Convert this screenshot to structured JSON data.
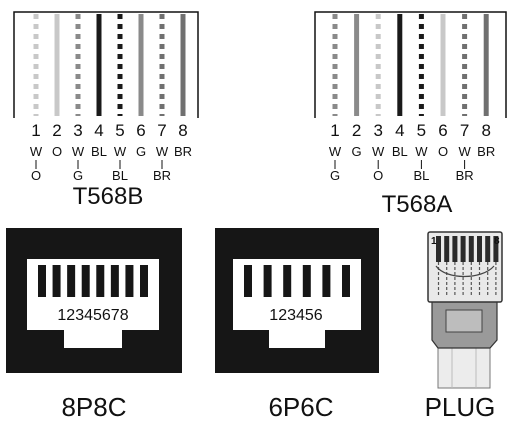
{
  "t568b": {
    "title": "T568B",
    "pins": [
      "1",
      "2",
      "3",
      "4",
      "5",
      "6",
      "7",
      "8"
    ],
    "codes": [
      "W",
      "O",
      "W",
      "BL",
      "W",
      "G",
      "W",
      "BR"
    ],
    "sub": {
      "0": "O",
      "2": "G",
      "4": "BL",
      "6": "BR"
    },
    "wires": [
      {
        "style": "striped",
        "color": "#c8c8c8"
      },
      {
        "style": "solid",
        "color": "#c8c8c8"
      },
      {
        "style": "striped",
        "color": "#8a8a8a"
      },
      {
        "style": "solid",
        "color": "#1a1a1a"
      },
      {
        "style": "striped",
        "color": "#1a1a1a"
      },
      {
        "style": "solid",
        "color": "#8a8a8a"
      },
      {
        "style": "striped",
        "color": "#707070"
      },
      {
        "style": "solid",
        "color": "#707070"
      }
    ]
  },
  "t568a": {
    "title": "T568A",
    "pins": [
      "1",
      "2",
      "3",
      "4",
      "5",
      "6",
      "7",
      "8"
    ],
    "codes": [
      "W",
      "G",
      "W",
      "BL",
      "W",
      "O",
      "W",
      "BR"
    ],
    "sub": {
      "0": "G",
      "2": "O",
      "4": "BL",
      "6": "BR"
    },
    "wires": [
      {
        "style": "striped",
        "color": "#8a8a8a"
      },
      {
        "style": "solid",
        "color": "#8a8a8a"
      },
      {
        "style": "striped",
        "color": "#c8c8c8"
      },
      {
        "style": "solid",
        "color": "#1a1a1a"
      },
      {
        "style": "striped",
        "color": "#1a1a1a"
      },
      {
        "style": "solid",
        "color": "#c8c8c8"
      },
      {
        "style": "striped",
        "color": "#707070"
      },
      {
        "style": "solid",
        "color": "#707070"
      }
    ]
  },
  "jacks": [
    {
      "label": "8P8C",
      "pin_numbers": "12345678",
      "pin_count": 8
    },
    {
      "label": "6P6C",
      "pin_numbers": "123456",
      "pin_count": 6
    }
  ],
  "plug": {
    "label": "PLUG",
    "corner_left": "1",
    "corner_right": "8"
  }
}
